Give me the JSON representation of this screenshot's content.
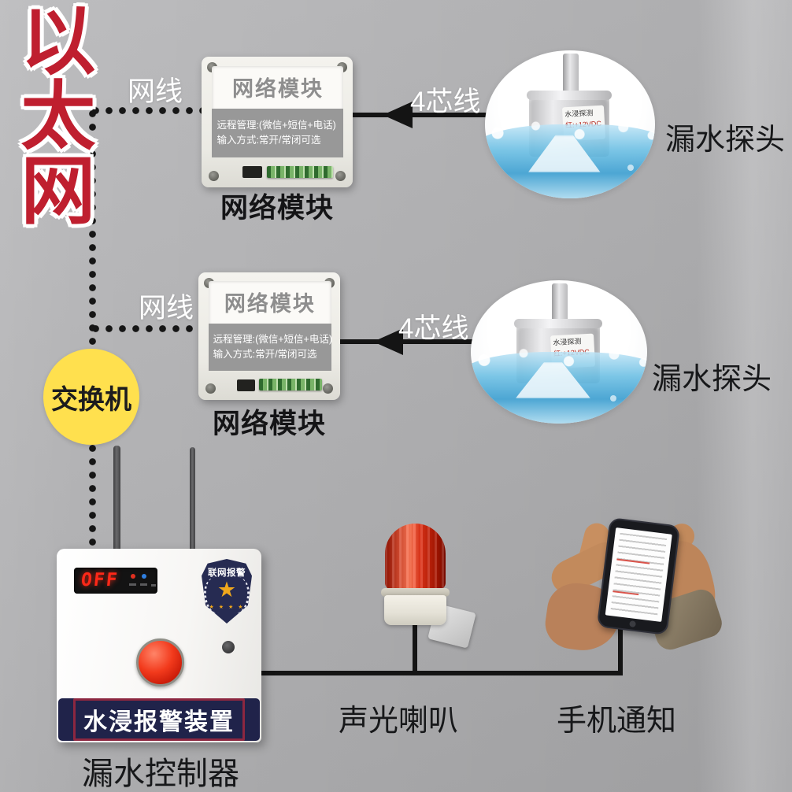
{
  "ethernet": {
    "label": "以太网"
  },
  "connections": {
    "cable_label_top": "网线",
    "cable_label_bottom": "网线",
    "wire_label_top": "4芯线",
    "wire_label_bottom": "4芯线"
  },
  "switch": {
    "label": "交换机"
  },
  "modules": [
    {
      "title": "网络模块",
      "desc_line1": "远程管理:(微信+短信+电话)",
      "desc_line2": "输入方式:常开/常闭可选",
      "caption": "网络模块"
    },
    {
      "title": "网络模块",
      "desc_line1": "远程管理:(微信+短信+电话)",
      "desc_line2": "输入方式:常开/常闭可选",
      "caption": "网络模块"
    }
  ],
  "probes": [
    {
      "caption": "漏水探头",
      "device_label_line1": "水浸探测",
      "device_label_line2": "红:+12VDC"
    },
    {
      "caption": "漏水探头",
      "device_label_line1": "水浸探测",
      "device_label_line2": "红:+12VDC"
    }
  ],
  "controller": {
    "display_value": "OFF",
    "badge_label": "联网报警",
    "panel_label": "水浸报警装置",
    "caption": "漏水控制器"
  },
  "siren": {
    "caption": "声光喇叭"
  },
  "phone": {
    "caption": "手机通知"
  },
  "icons": {
    "badge_star": "★",
    "badge_stars_row": "★ ★ ★ ★"
  },
  "colors": {
    "ethernet_red": "#bf1f2f",
    "switch_yellow": "#ffe04e",
    "line_black": "#141414",
    "band_navy": "#20234a",
    "siren_red": "#d2472d"
  }
}
